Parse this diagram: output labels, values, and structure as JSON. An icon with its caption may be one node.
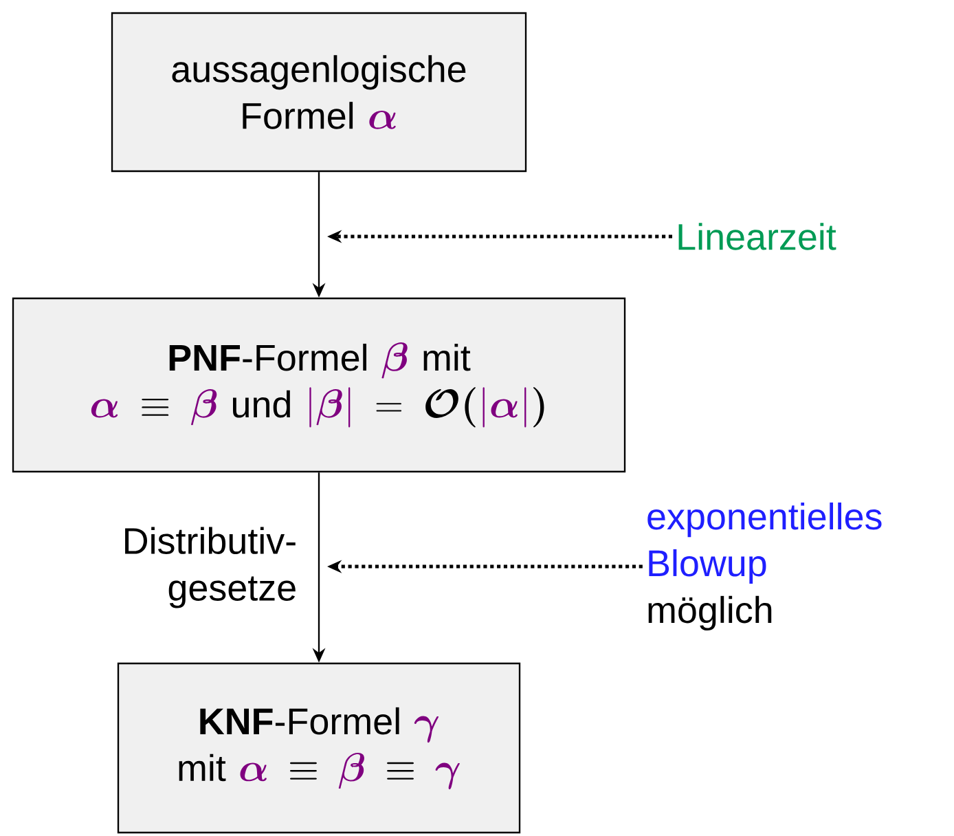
{
  "diagram": {
    "nodes": [
      {
        "text": [
          "aussagenlogische Formel",
          "{\\color{violet}\\boldsymbol{\\alpha}}"
        ]
      },
      {
        "text": [
          "**PNF**-Formel",
          "{\\color{violet}\\boldsymbol{\\beta}}",
          "mit",
          "{\\color{violet}\\boldsymbol{\\alpha}} \\equiv {\\color{violet}\\boldsymbol{\\beta}}",
          "und",
          "{\\color{violet}|\\boldsymbol{\\beta}|} = \\boldsymbol{\\mathcal{O}}\\boldsymbol{(}{\\color{violet}|\\boldsymbol{\\alpha}|}\\boldsymbol{)}"
        ]
      },
      {
        "text": [
          "**KNF**-Formel",
          "{\\color{violet}\\boldsymbol{\\gamma}}",
          "mit",
          "{\\color{violet}\\boldsymbol{\\alpha}} \\equiv {\\color{violet}\\boldsymbol{\\beta}} \\equiv {\\color{violet}\\boldsymbol{\\gamma}}"
        ]
      },
      {
        "text": [
          "Linearzeit"
        ]
      },
      {
        "text": [
          "exponentielles Blowup",
          "möglich"
        ]
      }
    ],
    "edges": [
      {
        "from": 0,
        "to": 1,
        "arrow": "to"
      },
      {
        "from": 1,
        "to": 2,
        "arrow": "to",
        "label": "Distributiv- gesetze"
      },
      {
        "from": 3,
        "to": null,
        "arrow": "to",
        "style": "dashed"
      },
      {
        "from": 4,
        "to": null,
        "arrow": "to",
        "style": "dashed"
      }
    ]
  }
}
